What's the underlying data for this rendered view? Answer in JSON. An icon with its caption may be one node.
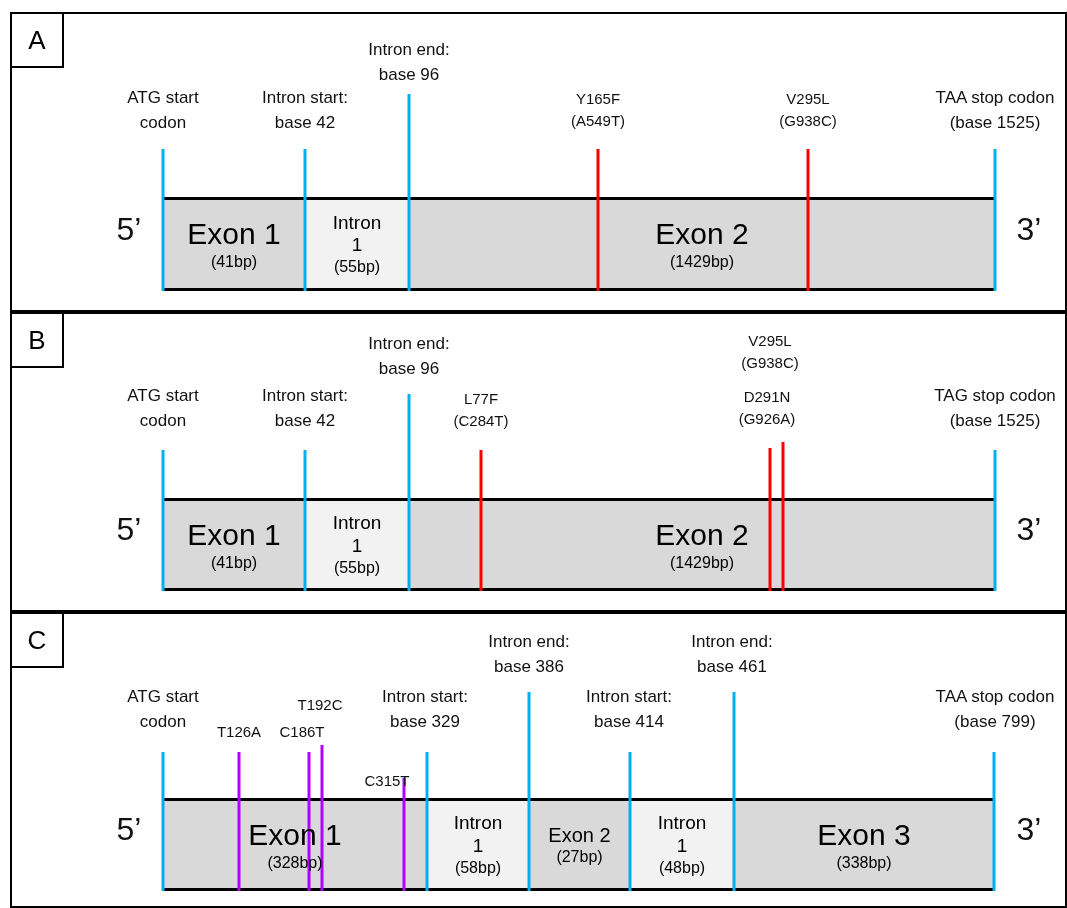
{
  "diagram": {
    "nodes": [
      {
        "text": [
          "A"
        ]
      },
      {
        "text": [
          "Exon 1",
          "(41bp)"
        ],
        "in": 0
      },
      {
        "text": [
          "Intron 1",
          "(55bp)"
        ],
        "in": 0
      },
      {
        "text": [
          "Exon 2",
          "(1429bp)"
        ],
        "in": 0
      },
      {
        "text": [
          "B"
        ]
      },
      {
        "text": [
          "Exon 1",
          "(41bp)"
        ],
        "in": 4
      },
      {
        "text": [
          "Intron 1",
          "(55bp)"
        ],
        "in": 4
      },
      {
        "text": [
          "Exon 2",
          "(1429bp)"
        ],
        "in": 4
      },
      {
        "text": [
          "C"
        ]
      },
      {
        "text": [
          "Exon 1",
          "(328bp)"
        ],
        "in": 8
      },
      {
        "text": [
          "Intron 1",
          "(58bp)"
        ],
        "in": 8
      },
      {
        "text": [
          "Exon 2",
          "(27bp)"
        ],
        "in": 8
      },
      {
        "text": [
          "Intron 1",
          "(48bp)"
        ],
        "in": 8
      },
      {
        "text": [
          "Exon 3",
          "(338bp)"
        ],
        "in": 8
      }
    ],
    "labels": [
      "Intron end: base 96",
      "ATG start codon",
      "Intron start: base 42",
      "Y165F (A549T)",
      "V295L (G938C)",
      "TAA stop codon (base 1525)",
      "5’",
      "3’",
      "Intron end: base 96",
      "V295L (G938C)",
      "ATG start codon",
      "Intron start: base 42",
      "L77F (C284T)",
      "D291N (G926A)",
      "TAG stop codon (base 1525)",
      "5’",
      "3’",
      "Intron end: base 386",
      "Intron end: base 461",
      "ATG start codon",
      "T192C",
      "Intron start: base 329",
      "Intron start: base 414",
      "TAA stop codon (base 799)",
      "T126A",
      "C186T",
      "C315T",
      "5’",
      "3’"
    ]
  }
}
